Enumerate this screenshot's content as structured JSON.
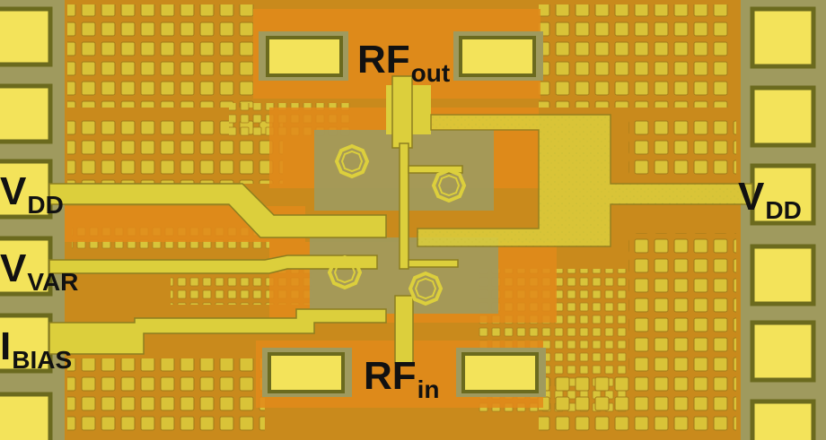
{
  "labels": {
    "rf_out": {
      "base": "RF",
      "sub": "out"
    },
    "rf_in": {
      "base": "RF",
      "sub": "in"
    },
    "vdd_left": {
      "base": "V",
      "sub": "DD"
    },
    "vdd_right": {
      "base": "V",
      "sub": "DD"
    },
    "vvar": {
      "base": "V",
      "sub": "VAR"
    },
    "ibias": {
      "base": "I",
      "sub": "BIAS"
    }
  },
  "colors": {
    "substrate": "#c98a1c",
    "fill_square": "#d9c338",
    "metal": "#dccf3c",
    "pad": "#f3e35a",
    "pad_edge": "#6b6a1e",
    "active_area": "#9f9a5e",
    "orange_zone": "#e28a1a"
  }
}
